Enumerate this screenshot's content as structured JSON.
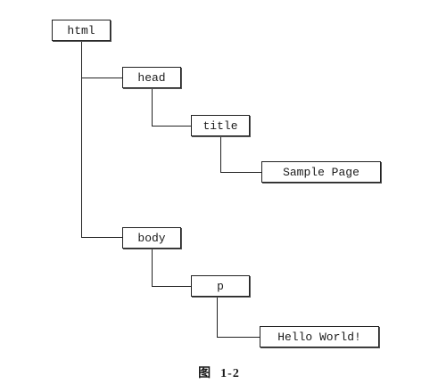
{
  "tree": {
    "nodes": [
      {
        "id": "html",
        "label": "html"
      },
      {
        "id": "head",
        "label": "head"
      },
      {
        "id": "title",
        "label": "title"
      },
      {
        "id": "title-text",
        "label": "Sample Page"
      },
      {
        "id": "body",
        "label": "body"
      },
      {
        "id": "p",
        "label": "p"
      },
      {
        "id": "p-text",
        "label": "Hello World!"
      }
    ],
    "edges": [
      [
        "html",
        "head"
      ],
      [
        "head",
        "title"
      ],
      [
        "title",
        "title-text"
      ],
      [
        "html",
        "body"
      ],
      [
        "body",
        "p"
      ],
      [
        "p",
        "p-text"
      ]
    ]
  },
  "caption": {
    "figure_word": "图",
    "figure_number": "1-2"
  }
}
